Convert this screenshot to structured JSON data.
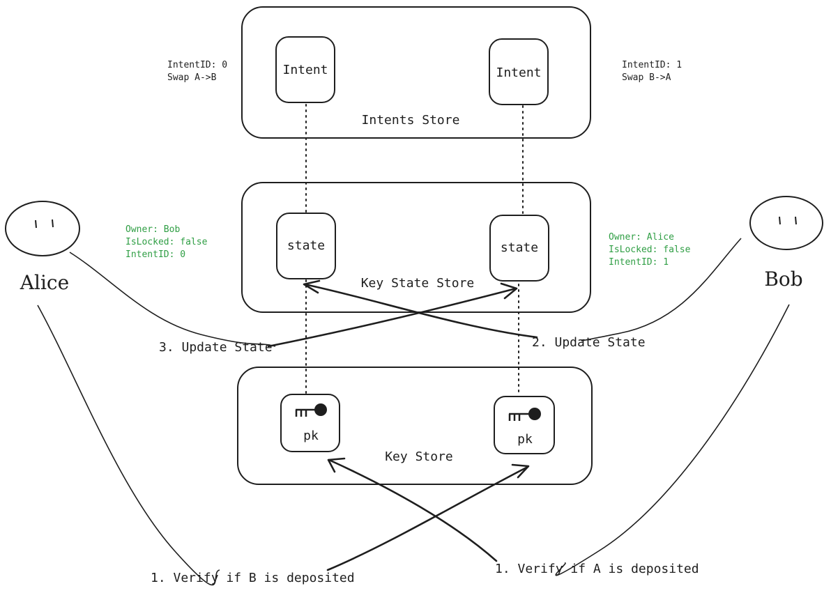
{
  "stores": {
    "intents": "Intents Store",
    "key_state": "Key State Store",
    "key": "Key Store"
  },
  "nodes": {
    "intent_left": "Intent",
    "intent_right": "Intent",
    "state_left": "state",
    "state_right": "state",
    "pk_left": "pk",
    "pk_right": "pk"
  },
  "annotations": {
    "intent_left": [
      "IntentID: 0",
      "Swap A->B"
    ],
    "intent_right": [
      "IntentID: 1",
      "Swap B->A"
    ],
    "state_left": [
      "Owner: Bob",
      "IsLocked: false",
      "IntentID:  0"
    ],
    "state_right": [
      "Owner: Alice",
      "IsLocked: false",
      "IntentID:  1"
    ]
  },
  "actors": {
    "alice": "Alice",
    "bob": "Bob"
  },
  "steps": {
    "verify_b": "1. Verify if B is deposited",
    "verify_a": "1. Verify if A is deposited",
    "update_state_2": "2. Update State",
    "update_state_3": "3. Update State"
  },
  "colors": {
    "stroke": "#1e1e1e",
    "annotation_green": "#2f9e44"
  }
}
